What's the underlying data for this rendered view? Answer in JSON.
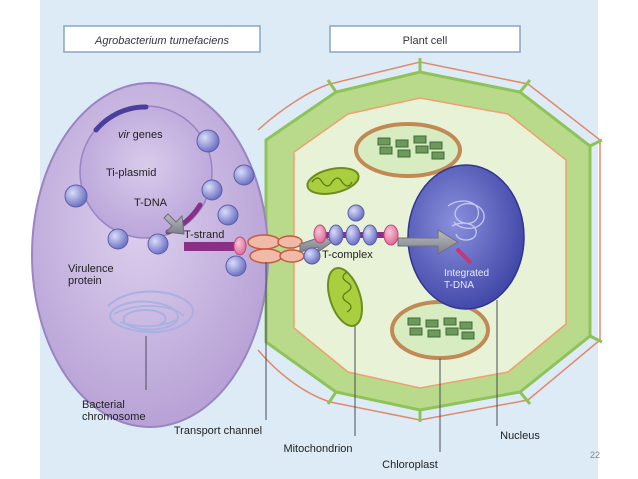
{
  "header": {
    "left_box": "Agrobacterium tumefaciens",
    "right_box": "Plant cell"
  },
  "bacterium": {
    "vir_prefix": "vir",
    "vir_suffix": " genes",
    "ti_plasmid": "Ti-plasmid",
    "t_dna": "T-DNA",
    "t_strand": "T-strand",
    "virulence_line1": "Virulence",
    "virulence_line2": "protein"
  },
  "plant_cell": {
    "t_complex": "T-complex",
    "integrated_line1": "Integrated",
    "integrated_line2": "T-DNA"
  },
  "callouts": {
    "bacterial_chromosome_line1": "Bacterial",
    "bacterial_chromosome_line2": "chromosome",
    "transport_channel": "Transport channel",
    "mitochondrion": "Mitochondrion",
    "nucleus": "Nucleus",
    "chloroplast": "Chloroplast"
  },
  "slide": {
    "page_number": "22"
  },
  "colors": {
    "background": "#dcebf6",
    "bacterium": "#c5b2de",
    "cell_wall": "#b6d985",
    "cytoplasm": "#e6f1d3",
    "nucleus": "#5a62c2",
    "t_strand": "#8a2f86",
    "protein": "#8b8fd6"
  }
}
